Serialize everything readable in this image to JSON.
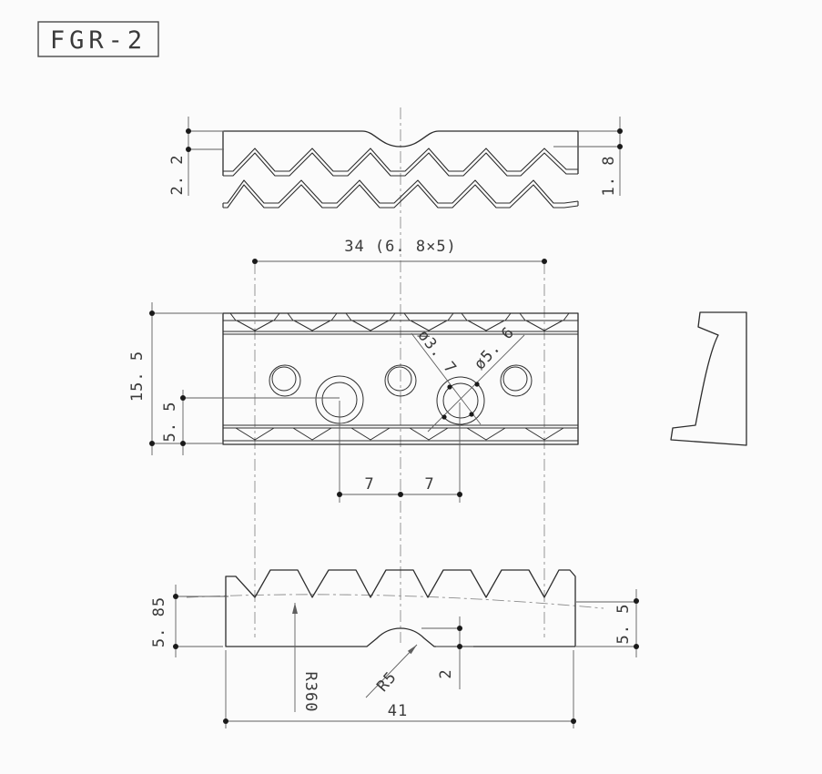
{
  "title": "FGR-2",
  "colors": {
    "background": "#fbfbfb",
    "drawing_line": "#2d2d2d",
    "dimension_line": "#5f5f5f",
    "center_line": "#8c8c8c"
  },
  "dimensions": {
    "top_thickness_left": "2. 2",
    "top_thickness_right": "1. 8",
    "string_span": "34 (6. 8×5)",
    "overall_height": "15. 5",
    "hole_center_height": "5. 5",
    "hole_dia_inner": "ø3. 7",
    "hole_dia_outer": "ø5. 6",
    "hole_pitch_left": "7",
    "hole_pitch_right": "7",
    "base_left_height": "5. 85",
    "base_right_height": "5. 5",
    "base_radius": "R360",
    "notch_radius": "R5",
    "notch_height": "2",
    "overall_width": "41"
  }
}
